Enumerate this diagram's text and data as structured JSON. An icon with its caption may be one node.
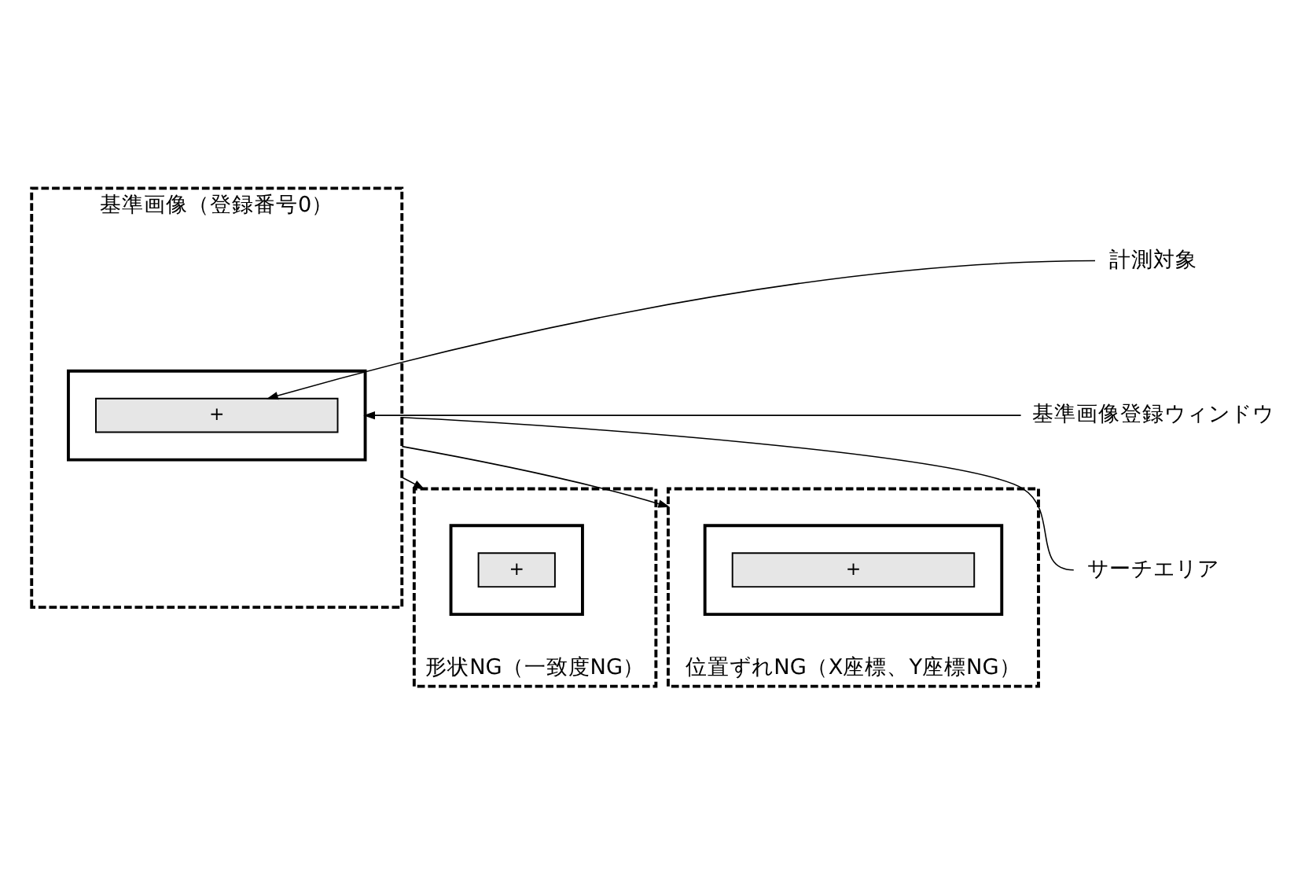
{
  "diagram": {
    "nodes": [
      {
        "text": [
          "基準画像（登録番号0）"
        ]
      },
      {
        "text": [],
        "shape": "box",
        "in": 0
      },
      {
        "text": [
          "+"
        ],
        "in": 1
      },
      {
        "text": [
          "計測対象"
        ]
      },
      {
        "text": [
          "基準画像登録ウィンドウ"
        ]
      },
      {
        "text": [
          "サーチエリア"
        ]
      },
      {
        "text": [
          "形状NG（一致度NG）"
        ]
      },
      {
        "text": [],
        "shape": "box",
        "in": 6
      },
      {
        "text": [
          "+"
        ],
        "in": 7
      },
      {
        "text": [
          "位置ずれNG（X座標、Y座標NG）"
        ]
      },
      {
        "text": [],
        "shape": "box",
        "in": 9
      },
      {
        "text": [
          "+"
        ],
        "in": 10
      }
    ],
    "edges": [
      {
        "from": 3,
        "to": 2,
        "arrow": "to"
      },
      {
        "from": 4,
        "to": 1,
        "arrow": "to"
      },
      {
        "from": 5,
        "to": 0,
        "arrow": "none"
      },
      {
        "from": 0,
        "to": 6,
        "arrow": "to"
      },
      {
        "from": 0,
        "to": 9,
        "arrow": "to"
      }
    ]
  }
}
